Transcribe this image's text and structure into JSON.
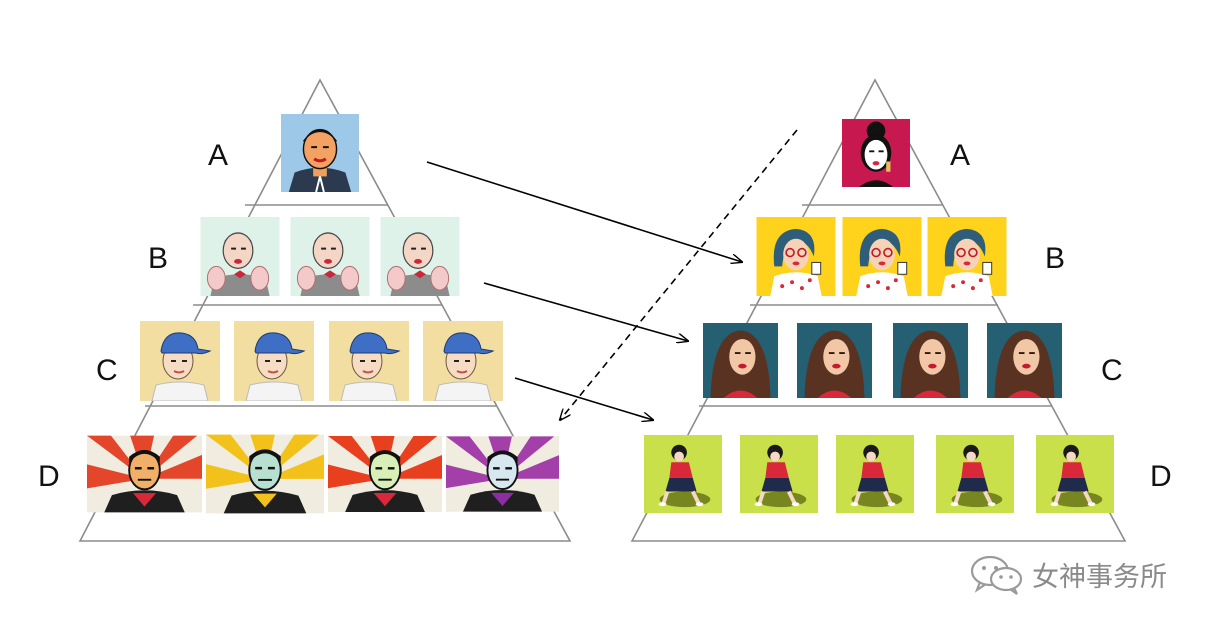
{
  "left_pyramid": {
    "levels": [
      {
        "label": "A",
        "tiles": 1,
        "bg": "#9ec8e8"
      },
      {
        "label": "B",
        "tiles": 3,
        "bg": "#dff2ea"
      },
      {
        "label": "C",
        "tiles": 4,
        "bg": "#f2dea0"
      },
      {
        "label": "D",
        "tiles": 4,
        "bgs": [
          "#e3462a",
          "#f2c21a",
          "#e8401f",
          "#a23fa8"
        ]
      }
    ]
  },
  "right_pyramid": {
    "levels": [
      {
        "label": "A",
        "tiles": 1,
        "bg": "#c7184f"
      },
      {
        "label": "B",
        "tiles": 3,
        "bg": "#ffd21c"
      },
      {
        "label": "C",
        "tiles": 4,
        "bg": "#245f72"
      },
      {
        "label": "D",
        "tiles": 5,
        "bg": "#c9e04a"
      }
    ]
  },
  "arrows": [
    {
      "from": "left-A",
      "to": "right-B",
      "style": "solid"
    },
    {
      "from": "left-B",
      "to": "right-C",
      "style": "solid"
    },
    {
      "from": "left-C",
      "to": "right-D",
      "style": "solid"
    },
    {
      "from": "right-A",
      "to": "left-D",
      "style": "dashed"
    }
  ],
  "watermark": {
    "icon": "wechat-icon",
    "text": "女神事务所"
  }
}
